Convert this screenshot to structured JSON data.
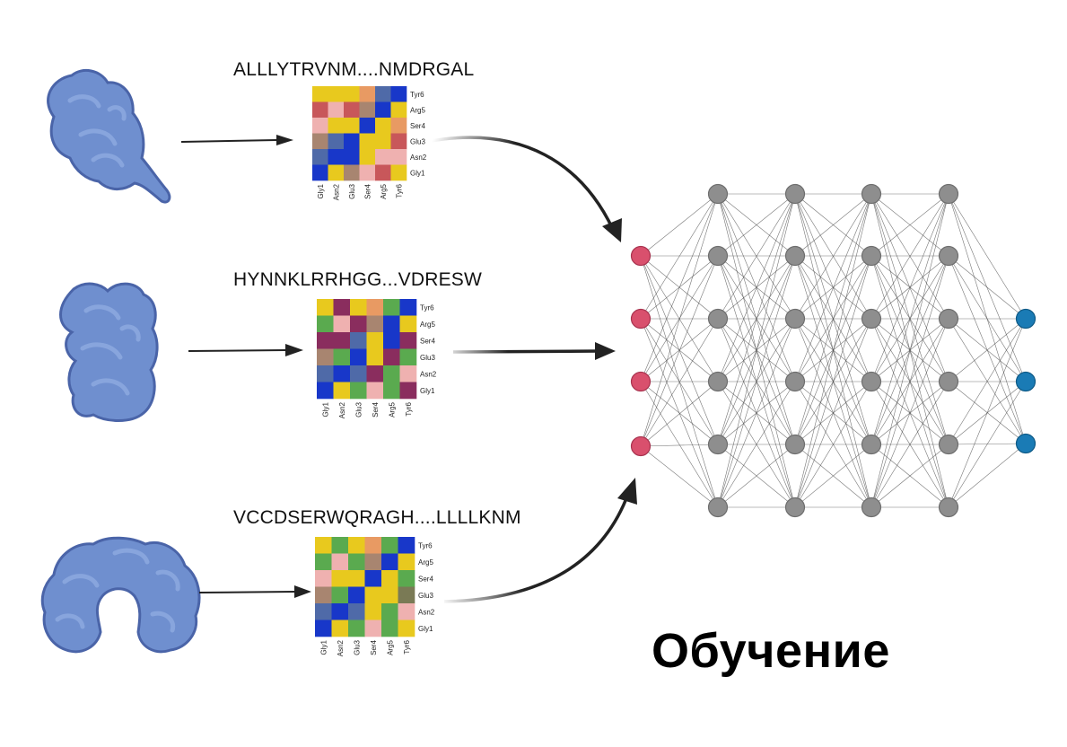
{
  "title": "Обучение",
  "colors": {
    "protein_fill": "#6f8fcf",
    "protein_stroke": "#4a64a8",
    "input_node": "#d9506d",
    "hidden_node": "#8e8e8e",
    "output_node": "#1a7bb5",
    "edge": "#4a4a4a",
    "arrow": "#222222"
  },
  "heatmap_palette": {
    "Y": "#e8c91e",
    "B": "#1837c9",
    "R": "#c8575a",
    "P": "#efb1b0",
    "O": "#e89a63",
    "T": "#a88570",
    "S": "#4f6aa8",
    "G": "#5aaa4f",
    "M": "#8a2d5e",
    "D": "#7a7a55"
  },
  "samples": [
    {
      "sequence": "ALLLYTRVNM....NMDRGAL",
      "row_labels": [
        "Tyr6",
        "Arg5",
        "Ser4",
        "Glu3",
        "Asn2",
        "Gly1"
      ],
      "col_labels": [
        "Gly1",
        "Asn2",
        "Glu3",
        "Ser4",
        "Arg5",
        "Tyr6"
      ],
      "grid": [
        [
          "Y",
          "Y",
          "Y",
          "O",
          "S",
          "B"
        ],
        [
          "R",
          "P",
          "R",
          "T",
          "B",
          "Y"
        ],
        [
          "P",
          "Y",
          "Y",
          "B",
          "Y",
          "O"
        ],
        [
          "T",
          "S",
          "B",
          "Y",
          "Y",
          "R"
        ],
        [
          "S",
          "B",
          "B",
          "Y",
          "P",
          "P"
        ],
        [
          "B",
          "Y",
          "T",
          "P",
          "R",
          "Y"
        ]
      ]
    },
    {
      "sequence": "HYNNKLRRHGG...VDRESW",
      "row_labels": [
        "Tyr6",
        "Arg5",
        "Ser4",
        "Glu3",
        "Asn2",
        "Gly1"
      ],
      "col_labels": [
        "Gly1",
        "Asn2",
        "Glu3",
        "Ser4",
        "Arg5",
        "Tyr6"
      ],
      "grid": [
        [
          "Y",
          "M",
          "Y",
          "O",
          "G",
          "B"
        ],
        [
          "G",
          "P",
          "M",
          "T",
          "B",
          "Y"
        ],
        [
          "M",
          "M",
          "S",
          "Y",
          "B",
          "M"
        ],
        [
          "T",
          "G",
          "B",
          "Y",
          "M",
          "G"
        ],
        [
          "S",
          "B",
          "S",
          "M",
          "G",
          "P"
        ],
        [
          "B",
          "Y",
          "G",
          "P",
          "G",
          "M"
        ]
      ]
    },
    {
      "sequence": "VCCDSERWQRAGH....LLLLKNM",
      "row_labels": [
        "Tyr6",
        "Arg5",
        "Ser4",
        "Glu3",
        "Asn2",
        "Gly1"
      ],
      "col_labels": [
        "Gly1",
        "Asn2",
        "Glu3",
        "Ser4",
        "Arg5",
        "Tyr6"
      ],
      "grid": [
        [
          "Y",
          "G",
          "Y",
          "O",
          "G",
          "B"
        ],
        [
          "G",
          "P",
          "G",
          "T",
          "B",
          "Y"
        ],
        [
          "P",
          "Y",
          "Y",
          "B",
          "Y",
          "G"
        ],
        [
          "T",
          "G",
          "B",
          "Y",
          "Y",
          "D"
        ],
        [
          "S",
          "B",
          "S",
          "Y",
          "G",
          "P"
        ],
        [
          "B",
          "Y",
          "G",
          "P",
          "G",
          "Y"
        ]
      ]
    }
  ],
  "network": {
    "layer_sizes": [
      4,
      6,
      6,
      6,
      6,
      3
    ]
  }
}
